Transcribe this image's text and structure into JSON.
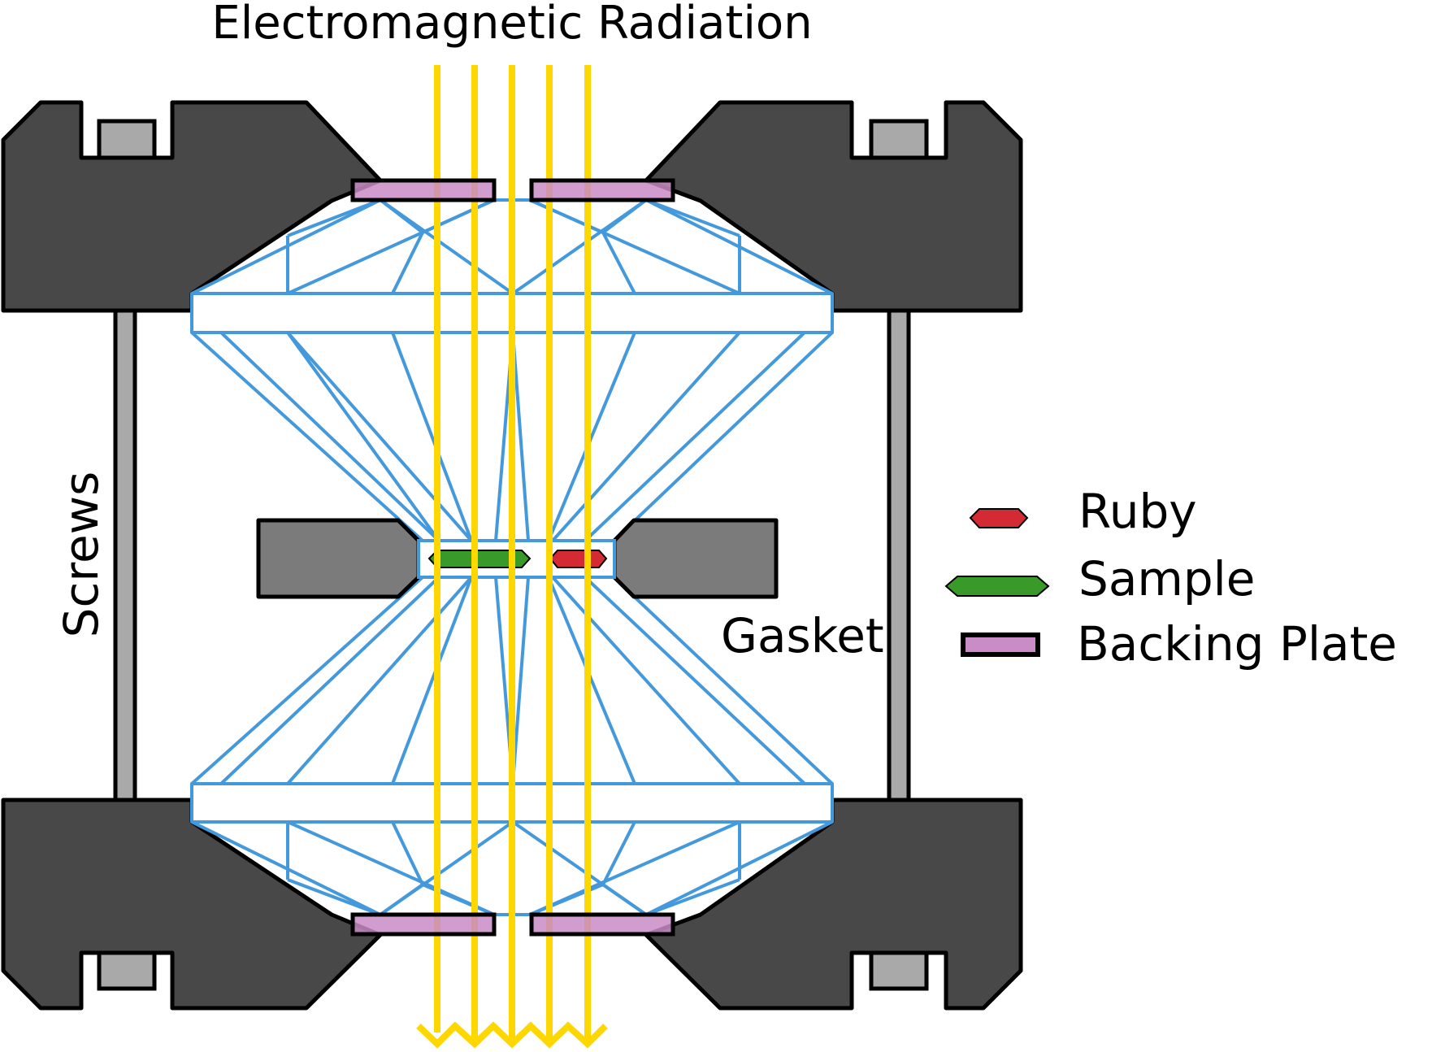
{
  "title": "Electromagnetic Radiation",
  "labels": {
    "screws": "Screws",
    "gasket": "Gasket"
  },
  "legend": [
    {
      "label": "Ruby",
      "color": "#d42a34",
      "shape": "hexagon-small"
    },
    {
      "label": "Sample",
      "color": "#3a9a29",
      "shape": "hexagon-long"
    },
    {
      "label": "Backing Plate",
      "color": "#c98cc6",
      "shape": "rectangle"
    }
  ],
  "colors": {
    "body": "#484848",
    "screw": "#a9a9a9",
    "gasket": "#7b7b7b",
    "diamond": "#4499dd",
    "radiation": "#ffd700",
    "backing_plate": "#c98cc6",
    "ruby": "#d42a34",
    "sample": "#3a9a29"
  }
}
